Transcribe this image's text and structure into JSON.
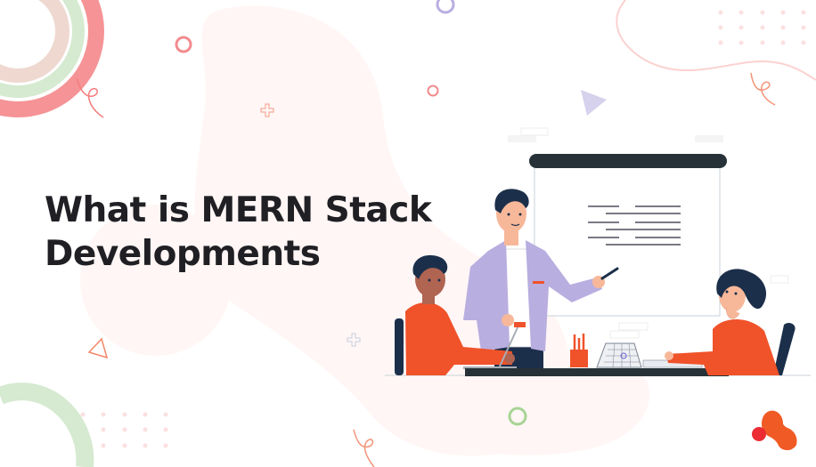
{
  "banner": {
    "title_line1": "What is MERN Stack",
    "title_line2": "Developments"
  },
  "colors": {
    "title_text": "#1f1f24",
    "accent_orange": "#f0522a",
    "accent_red": "#e8303a",
    "navy": "#1c2f4a",
    "lavender": "#b9aee0",
    "pink_ring": "#f28b8e",
    "green_ring": "#cfe6c8",
    "blush_blob": "#fff6f5"
  },
  "illustration": {
    "scene": "team-meeting-presentation",
    "people": [
      "presenter-man-lavender-blazer",
      "seated-man-orange-sweater",
      "seated-woman-orange-top"
    ],
    "props": [
      "projector-screen",
      "desk",
      "pencil-cup",
      "desk-calendar",
      "notebook",
      "laptop"
    ]
  },
  "logo": {
    "name": "brand-logo-mark"
  }
}
